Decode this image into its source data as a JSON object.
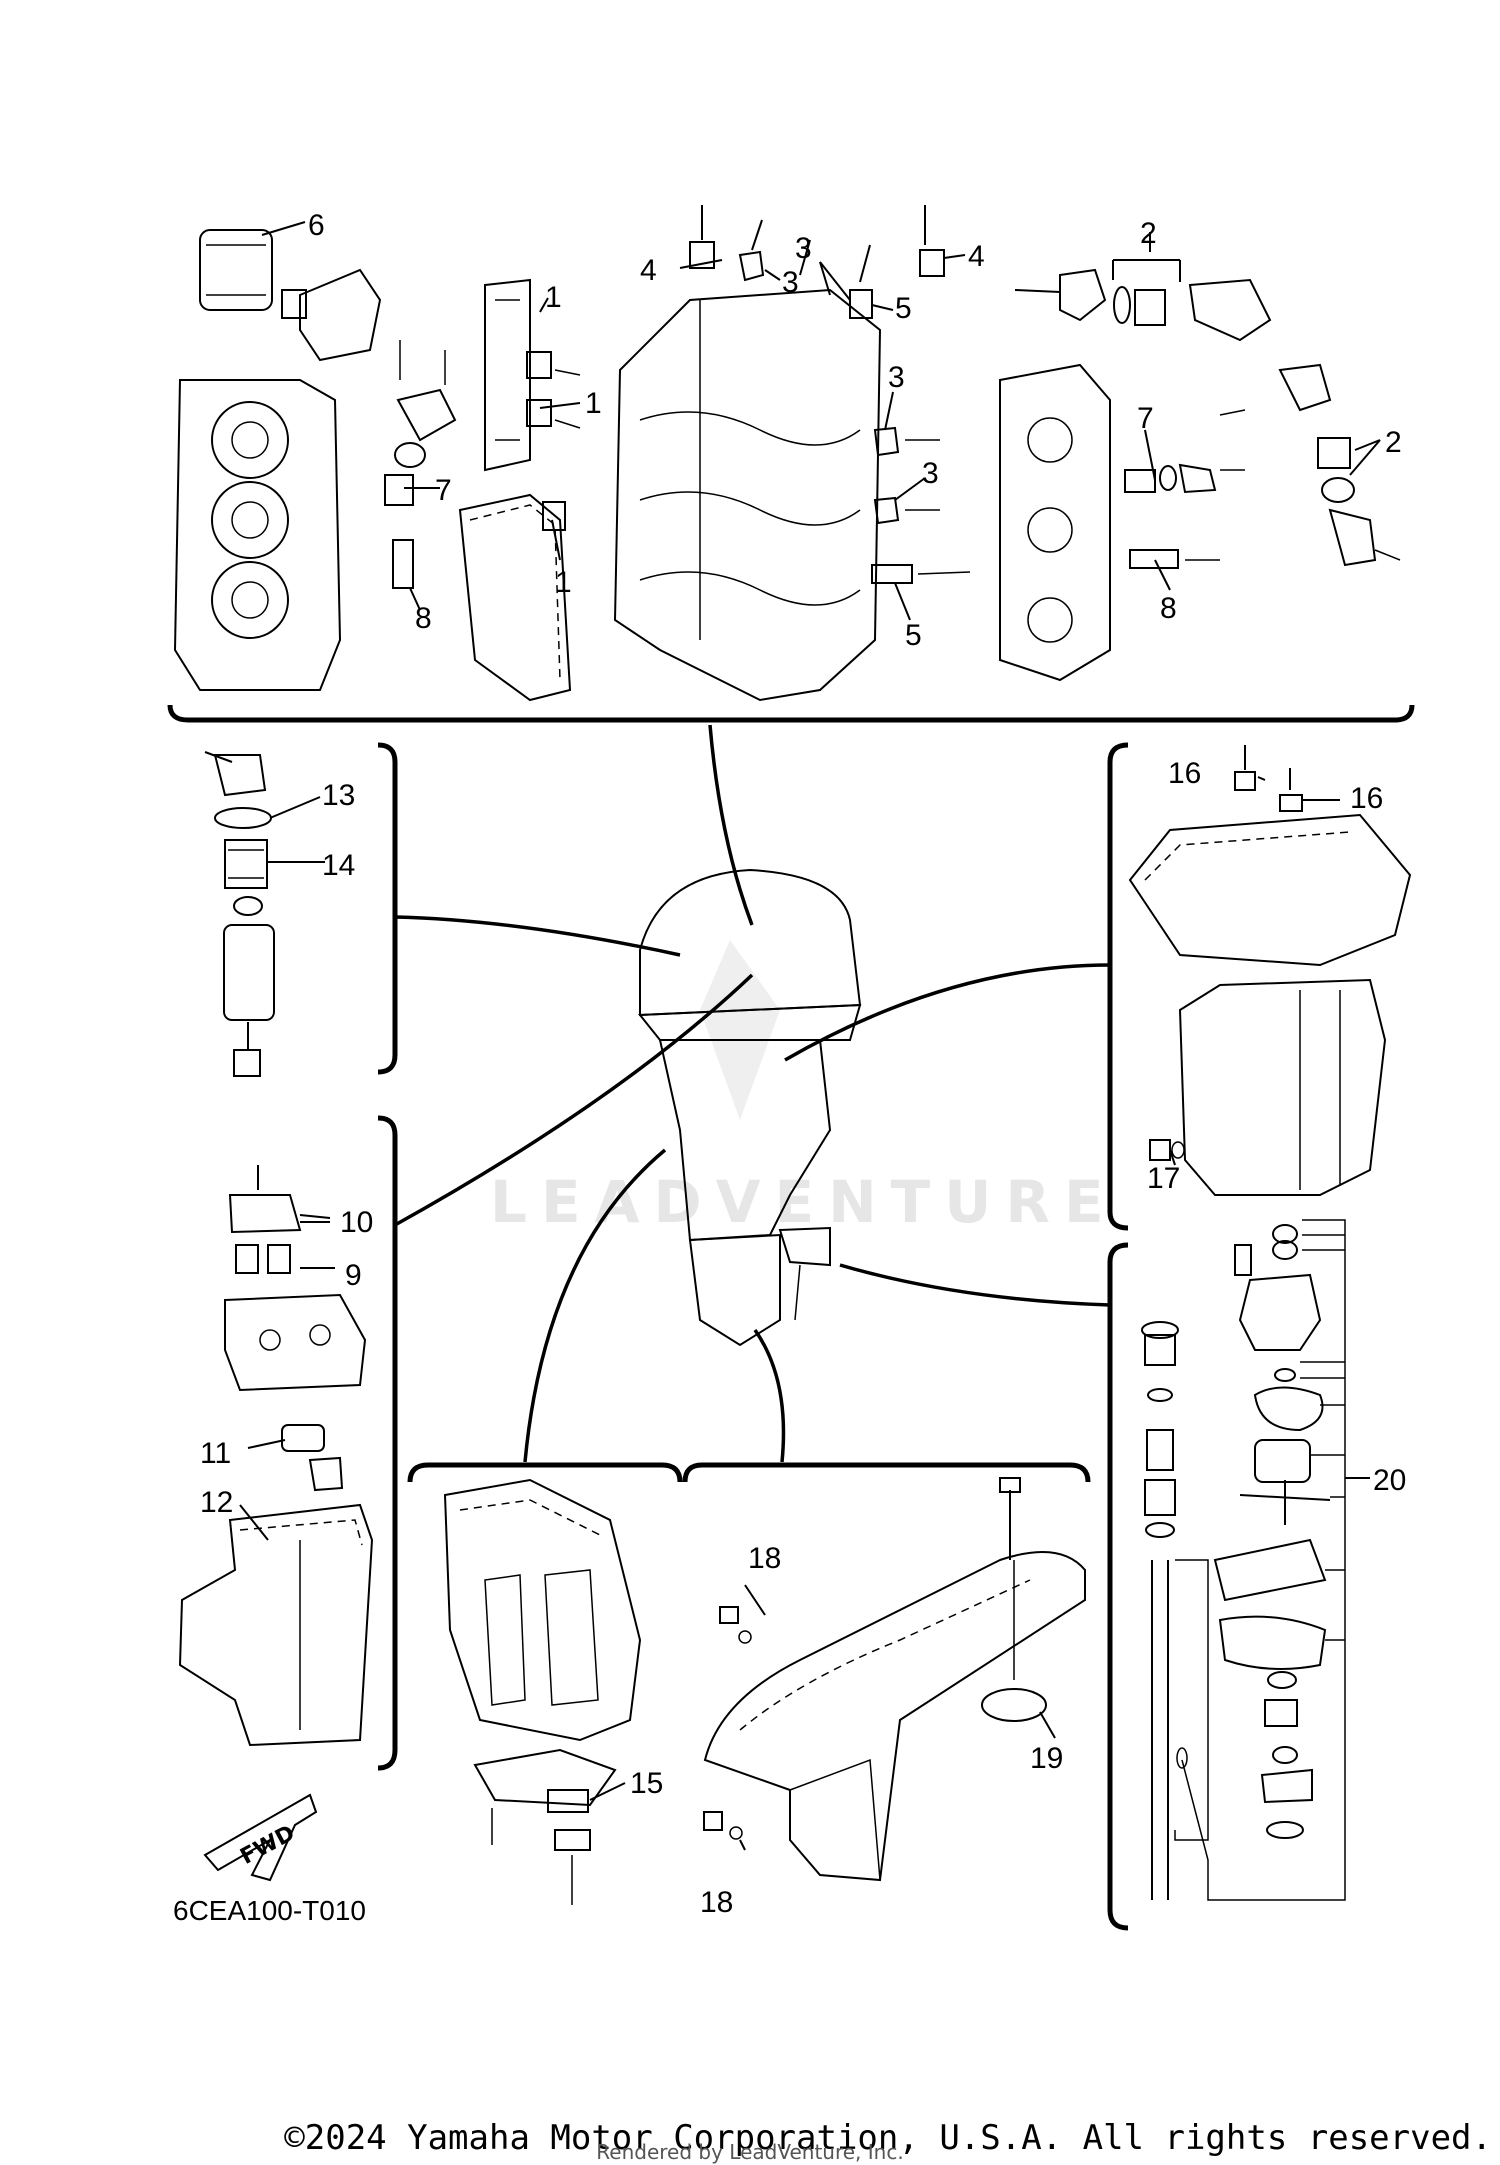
{
  "callouts": [
    "1",
    "2",
    "3",
    "4",
    "5",
    "6",
    "7",
    "8",
    "9",
    "10",
    "11",
    "12",
    "13",
    "14",
    "15",
    "16",
    "17",
    "18",
    "19",
    "20"
  ],
  "diagram_code": "6CEA100-T010",
  "fwd_label": "FWD",
  "watermark": "LEADVENTURE",
  "copyright": "©2024 Yamaha Motor Corporation, U.S.A. All rights reserved.",
  "rendered_by": "Rendered by LeadVenture, Inc."
}
